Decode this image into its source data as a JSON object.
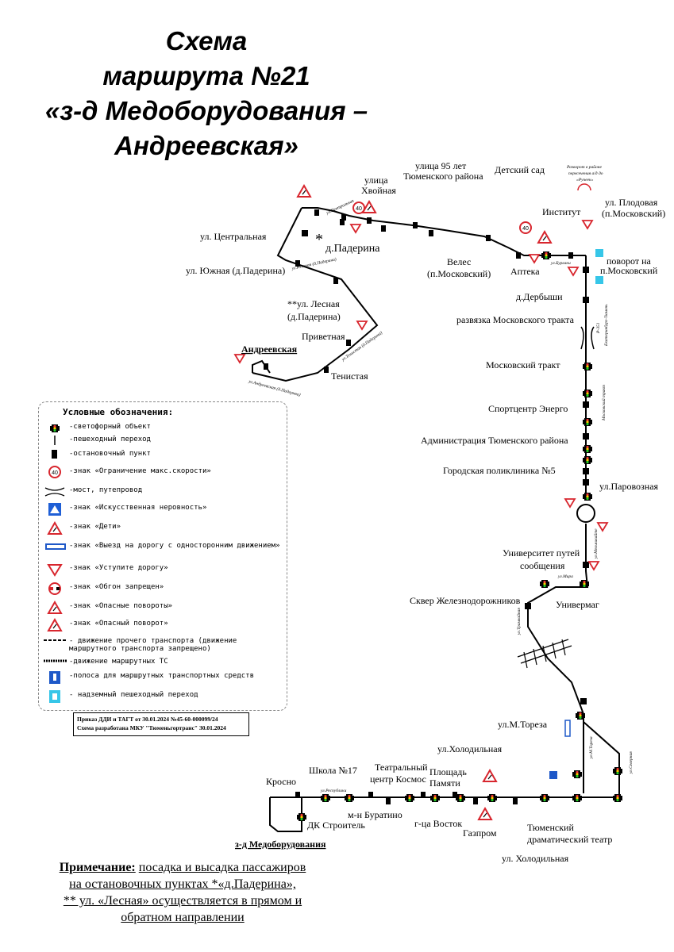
{
  "title": {
    "line1": "Схема",
    "line2": "маршрута №21",
    "line3": "«з-д Медоборудования –",
    "line4": "Андреевская»"
  },
  "stops": {
    "andreevskaya": "Андреевская",
    "tenistaya": "Тенистая",
    "privetnaya": "Приветная",
    "lesnaya_1": "**ул. Лесная",
    "lesnaya_2": "(д.Падерина)",
    "yuzhnaya": "ул. Южная (д.Падерина)",
    "tsentralnaya": "ул. Центральная",
    "paderina": "д.Падерина",
    "hvoynaya_1": "улица",
    "hvoynaya_2": "Хвойная",
    "let95_1": "улица 95 лет",
    "let95_2": "Тюменского района",
    "veles_1": "Велес",
    "veles_2": "(п.Московский)",
    "apteka": "Аптека",
    "detsad": "Детский сад",
    "institut": "Институт",
    "plodovaya_1": "ул. Плодовая",
    "plodovaya_2": "(п.Московский)",
    "povorot_1": "поворот на",
    "povorot_2": "п.Московский",
    "derbyshi": "д.Дербыши",
    "razvyazka": "развязка Московского тракта",
    "moskovsky_trakt": "Московский тракт",
    "energo": "Спортцентр Энерго",
    "admin": "Администрация Тюменского района",
    "poliklinika": "Городская поликлиника №5",
    "parovoznaya": "ул.Паровозная",
    "univ_1": "Университет путей",
    "univ_2": "сообщения",
    "skver": "Сквер Железнодорожников",
    "univermag": "Универмаг",
    "toreza": "ул.М.Тореза",
    "holod_top": "ул.Холодильная",
    "ploshad_1": "Площадь",
    "ploshad_2": "Памяти",
    "teatr_1": "Театральный",
    "teatr_2": "центр Космос",
    "shkola": "Школа №17",
    "krosno": "Кросно",
    "dk": "ДК Строитель",
    "buratino": "м-н Буратино",
    "vostok": "г-ца Восток",
    "gazprom": "Газпром",
    "dramteatr_1": "Тюменский",
    "dramteatr_2": "драматический театр",
    "holod_bottom": "ул. Холодильная",
    "zavod": "з-д Медоборудования"
  },
  "streets": {
    "tsentralnaya": "ул.Центральная",
    "yuzhnaya": "ул.Южная (д.Падерина)",
    "tenistaya": "ул.Тенистая (д.Падерина)",
    "andreevskaya": "ул.Андреевская (д.Падерина)",
    "burlaki": "ул.Бурлаки",
    "r351": "Р-351",
    "ekaterinburg": "Екатеринбург-Тюмень",
    "moskovsky": "Московский тракт",
    "melnikaite": "ул.Мельникайте",
    "mira": "ул.Мира",
    "tramvaynaya": "ул.Трамвайная",
    "toreza": "ул.М.Тореза",
    "severnaya": "ул.Северная",
    "respubliki": "ул.Республики",
    "razvorot_1": "Разворот в районе",
    "razvorot_2": "пересечения а/д до",
    "razvorot_3": "«Ручеек»"
  },
  "legend": {
    "title": "Условные обозначения:",
    "items": [
      {
        "icon": "traffic-light-icon",
        "text": "-светофорный объект"
      },
      {
        "icon": "crosswalk-icon",
        "text": "-пешеходный переход"
      },
      {
        "icon": "bus-stop-icon",
        "text": "-остановочный пункт"
      },
      {
        "icon": "speed-limit-icon",
        "text": "-знак «Ограничение макс.скорости»",
        "badge": "40"
      },
      {
        "icon": "bridge-icon",
        "text": "-мост, путепровод"
      },
      {
        "icon": "speed-bump-icon",
        "text": "-знак «Искусственная неровность»"
      },
      {
        "icon": "children-sign-icon",
        "text": "-знак «Дети»"
      },
      {
        "icon": "one-way-exit-icon",
        "text": "-знак «Выезд на дорогу с односторонним движением»"
      },
      {
        "icon": "yield-sign-icon",
        "text": "-знак «Уступите дорогу»"
      },
      {
        "icon": "no-overtaking-icon",
        "text": "-знак «Обгон запрещен»"
      },
      {
        "icon": "dangerous-turns-icon",
        "text": "-знак «Опасные повороты»"
      },
      {
        "icon": "dangerous-turn-icon",
        "text": "-знак «Опасный поворот»"
      },
      {
        "icon": "dashed-line-icon",
        "text": "- движение прочего транспорта (движение маршрутного транспорта запрещено)"
      },
      {
        "icon": "route-line-icon",
        "text": "-движение маршрутных ТС"
      },
      {
        "icon": "bus-lane-icon",
        "text": "-полоса для маршрутных транспортных средств"
      },
      {
        "icon": "overpass-crossing-icon",
        "text": "- надземный пешеходный переход"
      }
    ]
  },
  "order": {
    "line1": "Приказ ДДИ и ТАГТ от 30.01.2024 №45-60-000099/24",
    "line2": "Схема разработана МКУ \"Тюменьгортранс\" 30.01.2024"
  },
  "note": {
    "label": "Примечание:",
    "part1": "посадка и высадка пассажиров",
    "part2": "на остановочных пунктах *«д.Падерина»,",
    "part3": "** ул. «Лесная» осуществляется в прямом и",
    "part4": "обратном направлении"
  },
  "colors": {
    "route": "#000000",
    "sign_red": "#d8262e",
    "speed_bump_blue": "#1f5fd6",
    "overpass_cyan": "#36c6e8",
    "bus_lane_blue": "#1e58c8"
  }
}
